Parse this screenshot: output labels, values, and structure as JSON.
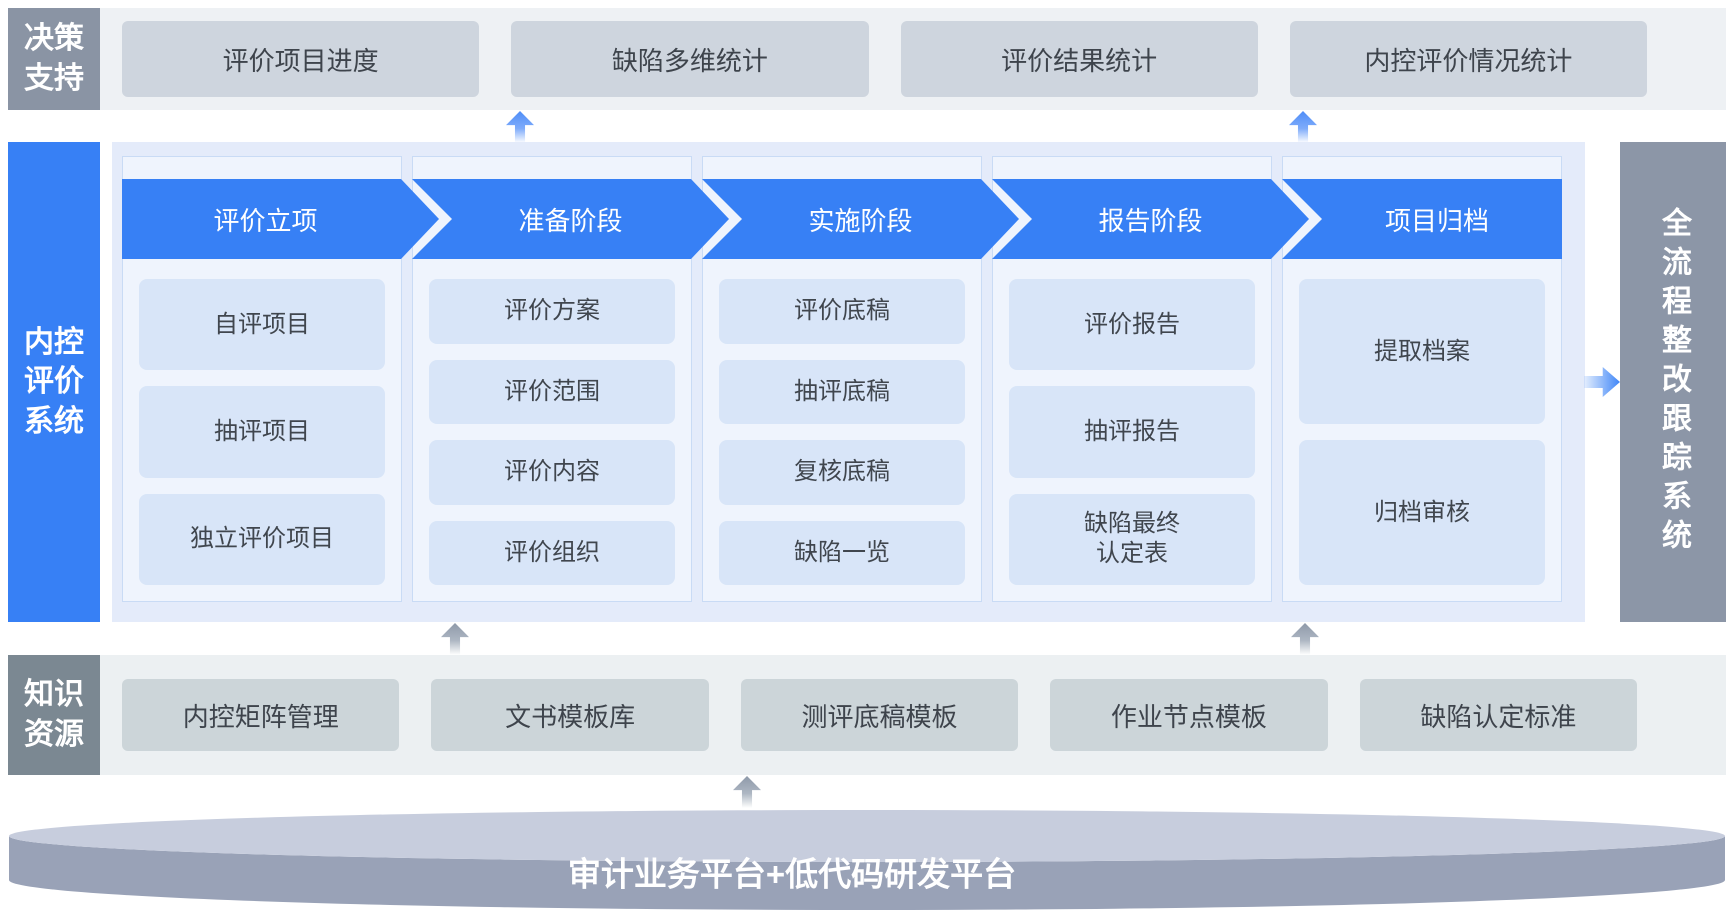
{
  "colors": {
    "accent_blue": "#3780F5",
    "panel_blue": "#E4EBFA",
    "stage_panel": "#EFF4FD",
    "stage_card_blue": "#D8E5F8",
    "decision_label_gray": "#8A94A4",
    "knowledge_label_gray": "#7B8892",
    "tracking_bar_gray": "#8C96A7",
    "top_row_bg": "#EEF1F4",
    "top_button_gray": "#CED5DE",
    "knowledge_button_gray": "#CCD5D9",
    "platform_top": "#C7CDDD",
    "platform_front": "#99A2B7"
  },
  "decision_support": {
    "label": "决策\n支持",
    "items": [
      "评价项目进度",
      "缺陷多维统计",
      "评价结果统计",
      "内控评价情况统计"
    ]
  },
  "evaluation_system": {
    "label": "内控\n评价\n系统",
    "stages": [
      {
        "name": "评价立项",
        "items": [
          "自评项目",
          "抽评项目",
          "独立评价项目"
        ]
      },
      {
        "name": "准备阶段",
        "items": [
          "评价方案",
          "评价范围",
          "评价内容",
          "评价组织"
        ]
      },
      {
        "name": "实施阶段",
        "items": [
          "评价底稿",
          "抽评底稿",
          "复核底稿",
          "缺陷一览"
        ]
      },
      {
        "name": "报告阶段",
        "items": [
          "评价报告",
          "抽评报告",
          "缺陷最终\n认定表"
        ]
      },
      {
        "name": "项目归档",
        "items": [
          "提取档案",
          "归档审核"
        ]
      }
    ]
  },
  "tracking_system": {
    "label": "全流程整改跟踪系统"
  },
  "knowledge_resources": {
    "label": "知识\n资源",
    "items": [
      "内控矩阵管理",
      "文书模板库",
      "测评底稿模板",
      "作业节点模板",
      "缺陷认定标准"
    ]
  },
  "platform": {
    "label": "审计业务平台+低代码研发平台"
  }
}
